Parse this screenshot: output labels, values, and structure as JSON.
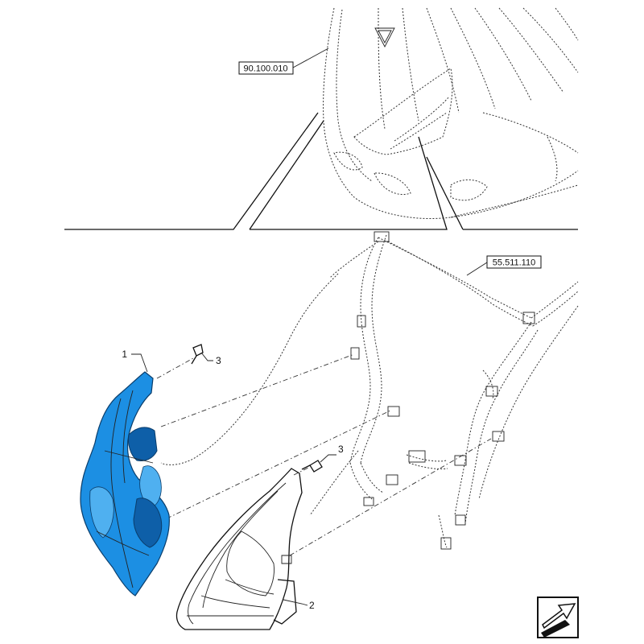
{
  "references": {
    "top_reference": "90.100.010",
    "harness_reference": "55.511.110"
  },
  "callouts": [
    {
      "id": "1",
      "label": "1"
    },
    {
      "id": "3a",
      "label": "3"
    },
    {
      "id": "3b",
      "label": "3"
    },
    {
      "id": "2",
      "label": "2"
    }
  ],
  "colors": {
    "highlight": "#1c8fe3",
    "line": "#111111"
  },
  "icons": {
    "nav": "page-arrow-icon"
  }
}
